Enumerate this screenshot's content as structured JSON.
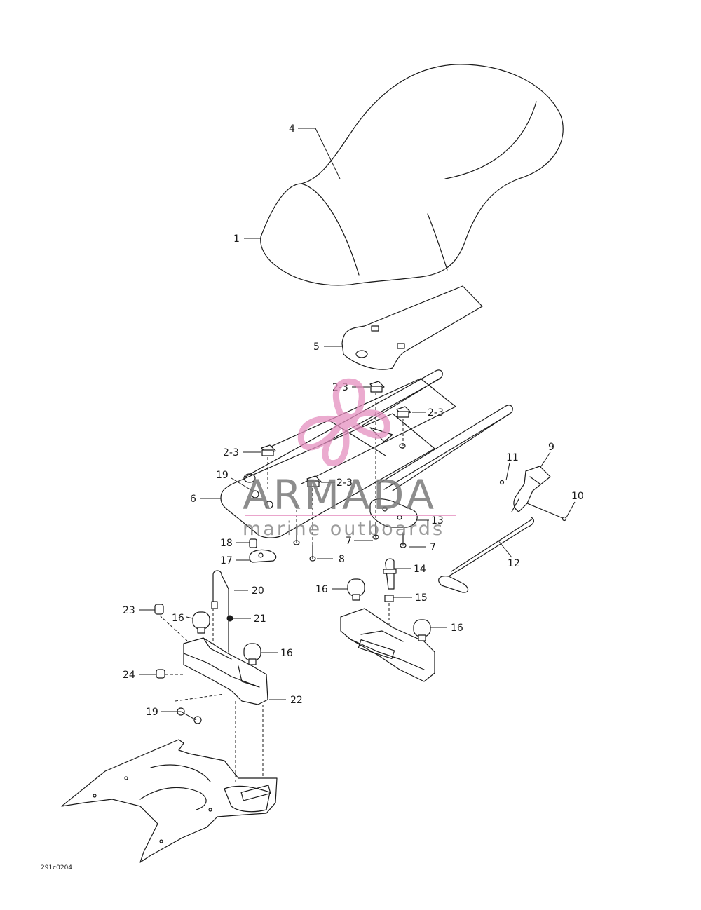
{
  "callouts": {
    "c1": "1",
    "c4": "4",
    "c5": "5",
    "c23a": "2-3",
    "c23b": "2-3",
    "c23c": "2-3",
    "c23d": "2-3",
    "c19a": "19",
    "c6": "6",
    "c18": "18",
    "c17": "17",
    "c7a": "7",
    "c7b": "7",
    "c8": "8",
    "c13": "13",
    "c11": "11",
    "c9": "9",
    "c10": "10",
    "c12": "12",
    "c14": "14",
    "c15": "15",
    "c16a": "16",
    "c16b": "16",
    "c16c": "16",
    "c16d": "16",
    "c20": "20",
    "c21": "21",
    "c23": "23",
    "c24": "24",
    "c22": "22",
    "c19b": "19"
  },
  "figure_code": "291c0204",
  "watermark": {
    "brand": "ARMADA",
    "tagline": "marine outboards",
    "accent_color": "#e58fc0",
    "logo": "propeller-logo"
  }
}
